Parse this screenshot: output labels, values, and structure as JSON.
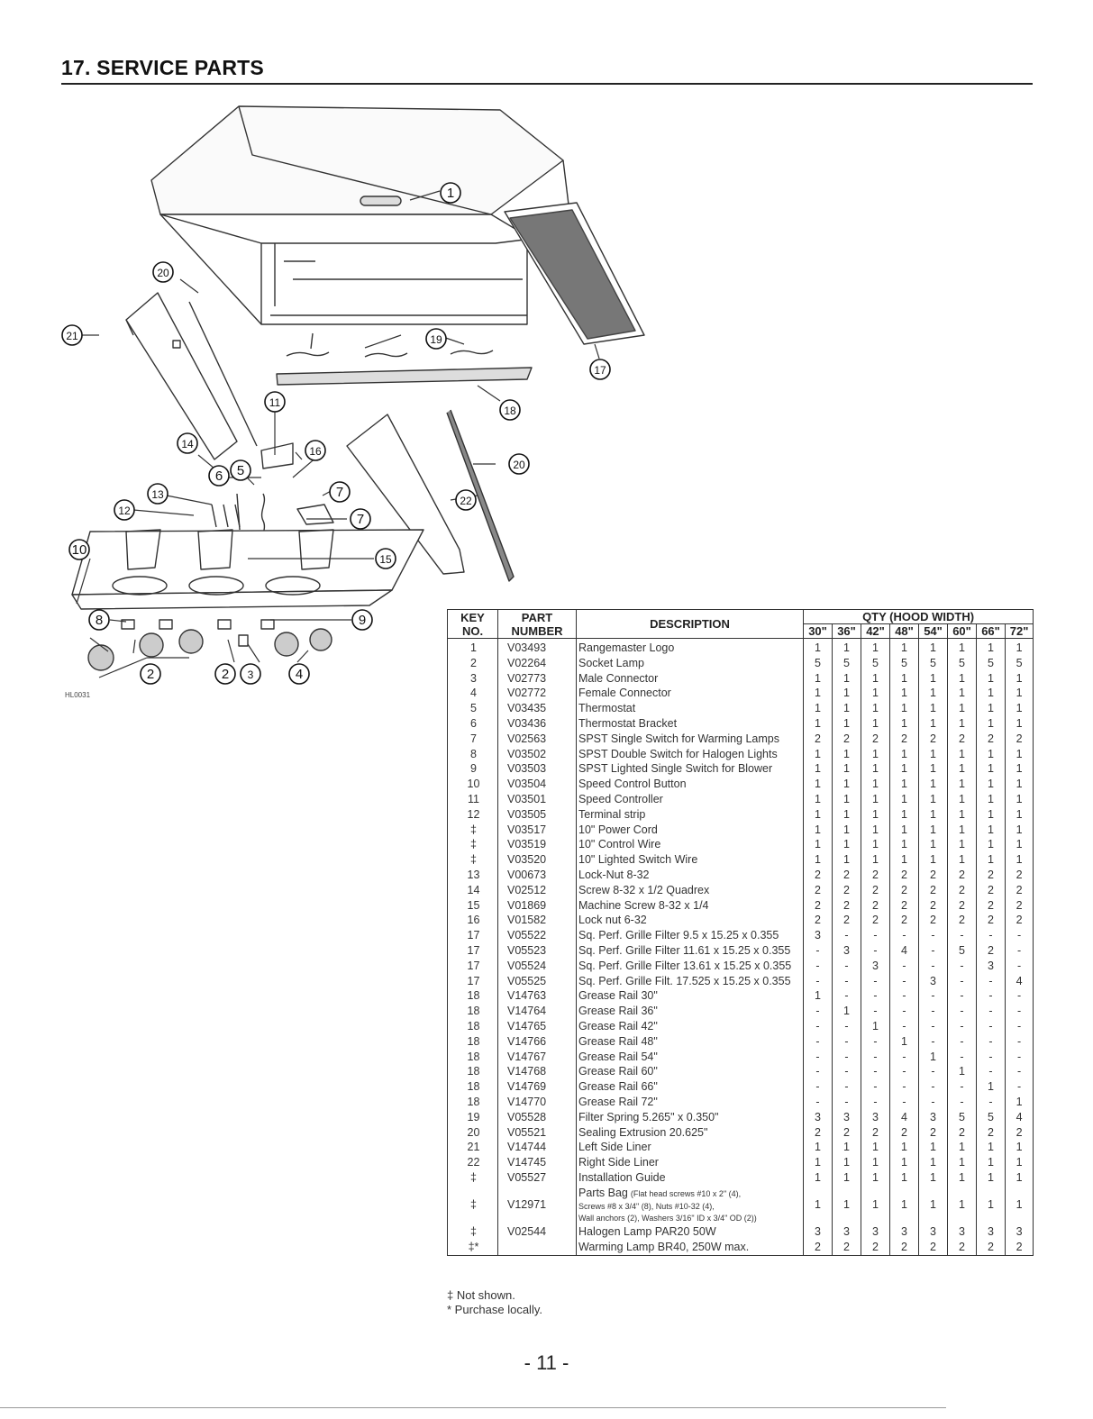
{
  "header": {
    "title": "17. SERVICE PARTS"
  },
  "diagram": {
    "model_code": "HL0031",
    "callouts": [
      "1",
      "2",
      "2",
      "3",
      "4",
      "5",
      "6",
      "7",
      "7",
      "8",
      "9",
      "10",
      "11",
      "12",
      "13",
      "14",
      "15",
      "16",
      "17",
      "18",
      "19",
      "20",
      "20",
      "21",
      "22"
    ]
  },
  "table": {
    "headers": {
      "key_line1": "KEY",
      "key_line2": "NO.",
      "part_line1": "PART",
      "part_line2": "NUMBER",
      "description": "DESCRIPTION",
      "qty_group": "QTY (HOOD WIDTH)"
    },
    "widths": [
      "30\"",
      "36\"",
      "42\"",
      "48\"",
      "54\"",
      "60\"",
      "66\"",
      "72\""
    ],
    "rows": [
      {
        "key": "1",
        "part": "V03493",
        "desc": "Rangemaster Logo",
        "qty": [
          "1",
          "1",
          "1",
          "1",
          "1",
          "1",
          "1",
          "1"
        ]
      },
      {
        "key": "2",
        "part": "V02264",
        "desc": "Socket Lamp",
        "qty": [
          "5",
          "5",
          "5",
          "5",
          "5",
          "5",
          "5",
          "5"
        ]
      },
      {
        "key": "3",
        "part": "V02773",
        "desc": "Male Connector",
        "qty": [
          "1",
          "1",
          "1",
          "1",
          "1",
          "1",
          "1",
          "1"
        ]
      },
      {
        "key": "4",
        "part": "V02772",
        "desc": "Female Connector",
        "qty": [
          "1",
          "1",
          "1",
          "1",
          "1",
          "1",
          "1",
          "1"
        ]
      },
      {
        "key": "5",
        "part": "V03435",
        "desc": "Thermostat",
        "qty": [
          "1",
          "1",
          "1",
          "1",
          "1",
          "1",
          "1",
          "1"
        ]
      },
      {
        "key": "6",
        "part": "V03436",
        "desc": "Thermostat Bracket",
        "qty": [
          "1",
          "1",
          "1",
          "1",
          "1",
          "1",
          "1",
          "1"
        ]
      },
      {
        "key": "7",
        "part": "V02563",
        "desc": "SPST Single Switch for Warming Lamps",
        "qty": [
          "2",
          "2",
          "2",
          "2",
          "2",
          "2",
          "2",
          "2"
        ]
      },
      {
        "key": "8",
        "part": "V03502",
        "desc": "SPST Double Switch for Halogen Lights",
        "qty": [
          "1",
          "1",
          "1",
          "1",
          "1",
          "1",
          "1",
          "1"
        ]
      },
      {
        "key": "9",
        "part": "V03503",
        "desc": "SPST Lighted Single Switch for Blower",
        "qty": [
          "1",
          "1",
          "1",
          "1",
          "1",
          "1",
          "1",
          "1"
        ]
      },
      {
        "key": "10",
        "part": "V03504",
        "desc": "Speed Control Button",
        "qty": [
          "1",
          "1",
          "1",
          "1",
          "1",
          "1",
          "1",
          "1"
        ]
      },
      {
        "key": "11",
        "part": "V03501",
        "desc": "Speed Controller",
        "qty": [
          "1",
          "1",
          "1",
          "1",
          "1",
          "1",
          "1",
          "1"
        ]
      },
      {
        "key": "12",
        "part": "V03505",
        "desc": "Terminal strip",
        "qty": [
          "1",
          "1",
          "1",
          "1",
          "1",
          "1",
          "1",
          "1"
        ]
      },
      {
        "key": "‡",
        "part": "V03517",
        "desc": "10\" Power Cord",
        "qty": [
          "1",
          "1",
          "1",
          "1",
          "1",
          "1",
          "1",
          "1"
        ]
      },
      {
        "key": "‡",
        "part": "V03519",
        "desc": "10\" Control Wire",
        "qty": [
          "1",
          "1",
          "1",
          "1",
          "1",
          "1",
          "1",
          "1"
        ]
      },
      {
        "key": "‡",
        "part": "V03520",
        "desc": "10\" Lighted Switch Wire",
        "qty": [
          "1",
          "1",
          "1",
          "1",
          "1",
          "1",
          "1",
          "1"
        ]
      },
      {
        "key": "13",
        "part": "V00673",
        "desc": "Lock-Nut 8-32",
        "qty": [
          "2",
          "2",
          "2",
          "2",
          "2",
          "2",
          "2",
          "2"
        ]
      },
      {
        "key": "14",
        "part": "V02512",
        "desc": "Screw 8-32 x 1/2 Quadrex",
        "qty": [
          "2",
          "2",
          "2",
          "2",
          "2",
          "2",
          "2",
          "2"
        ]
      },
      {
        "key": "15",
        "part": "V01869",
        "desc": "Machine Screw 8-32 x 1/4",
        "qty": [
          "2",
          "2",
          "2",
          "2",
          "2",
          "2",
          "2",
          "2"
        ]
      },
      {
        "key": "16",
        "part": "V01582",
        "desc": "Lock nut 6-32",
        "qty": [
          "2",
          "2",
          "2",
          "2",
          "2",
          "2",
          "2",
          "2"
        ]
      },
      {
        "key": "17",
        "part": "V05522",
        "desc": "Sq. Perf. Grille Filter 9.5 x 15.25 x 0.355",
        "qty": [
          "3",
          "-",
          "-",
          "-",
          "-",
          "-",
          "-",
          "-"
        ]
      },
      {
        "key": "17",
        "part": "V05523",
        "desc": "Sq. Perf. Grille Filter 11.61 x 15.25 x 0.355",
        "qty": [
          "-",
          "3",
          "-",
          "4",
          "-",
          "5",
          "2",
          "-"
        ]
      },
      {
        "key": "17",
        "part": "V05524",
        "desc": "Sq. Perf. Grille Filter 13.61 x 15.25 x 0.355",
        "qty": [
          "-",
          "-",
          "3",
          "-",
          "-",
          "-",
          "3",
          "-"
        ]
      },
      {
        "key": "17",
        "part": "V05525",
        "desc": "Sq. Perf. Grille Filt. 17.525 x 15.25 x 0.355",
        "qty": [
          "-",
          "-",
          "-",
          "-",
          "3",
          "-",
          "-",
          "4"
        ]
      },
      {
        "key": "18",
        "part": "V14763",
        "desc": "Grease Rail 30\"",
        "qty": [
          "1",
          "-",
          "-",
          "-",
          "-",
          "-",
          "-",
          "-"
        ]
      },
      {
        "key": "18",
        "part": "V14764",
        "desc": "Grease Rail 36\"",
        "qty": [
          "-",
          "1",
          "-",
          "-",
          "-",
          "-",
          "-",
          "-"
        ]
      },
      {
        "key": "18",
        "part": "V14765",
        "desc": "Grease Rail 42\"",
        "qty": [
          "-",
          "-",
          "1",
          "-",
          "-",
          "-",
          "-",
          "-"
        ]
      },
      {
        "key": "18",
        "part": "V14766",
        "desc": "Grease Rail 48\"",
        "qty": [
          "-",
          "-",
          "-",
          "1",
          "-",
          "-",
          "-",
          "-"
        ]
      },
      {
        "key": "18",
        "part": "V14767",
        "desc": "Grease Rail 54\"",
        "qty": [
          "-",
          "-",
          "-",
          "-",
          "1",
          "-",
          "-",
          "-"
        ]
      },
      {
        "key": "18",
        "part": "V14768",
        "desc": "Grease Rail 60\"",
        "qty": [
          "-",
          "-",
          "-",
          "-",
          "-",
          "1",
          "-",
          "-"
        ]
      },
      {
        "key": "18",
        "part": "V14769",
        "desc": "Grease Rail 66\"",
        "qty": [
          "-",
          "-",
          "-",
          "-",
          "-",
          "-",
          "1",
          "-"
        ]
      },
      {
        "key": "18",
        "part": "V14770",
        "desc": "Grease Rail 72\"",
        "qty": [
          "-",
          "-",
          "-",
          "-",
          "-",
          "-",
          "-",
          "1"
        ]
      },
      {
        "key": "19",
        "part": "V05528",
        "desc": "Filter Spring 5.265\" x 0.350\"",
        "qty": [
          "3",
          "3",
          "3",
          "4",
          "3",
          "5",
          "5",
          "4"
        ]
      },
      {
        "key": "20",
        "part": "V05521",
        "desc": "Sealing Extrusion 20.625\"",
        "qty": [
          "2",
          "2",
          "2",
          "2",
          "2",
          "2",
          "2",
          "2"
        ]
      },
      {
        "key": "21",
        "part": "V14744",
        "desc": "Left Side Liner",
        "qty": [
          "1",
          "1",
          "1",
          "1",
          "1",
          "1",
          "1",
          "1"
        ]
      },
      {
        "key": "22",
        "part": "V14745",
        "desc": "Right Side Liner",
        "qty": [
          "1",
          "1",
          "1",
          "1",
          "1",
          "1",
          "1",
          "1"
        ]
      },
      {
        "key": "‡",
        "part": "V05527",
        "desc": "Installation Guide",
        "qty": [
          "1",
          "1",
          "1",
          "1",
          "1",
          "1",
          "1",
          "1"
        ]
      }
    ],
    "parts_bag": {
      "key": "‡",
      "part": "V12971",
      "desc": "Parts Bag",
      "note1": "(Flat head screws #10 x 2\" (4),",
      "note2": "Screws #8 x 3/4\" (8), Nuts #10-32 (4),",
      "note3": "Wall anchors (2), Washers 3/16\" ID x 3/4\" OD (2))",
      "qty": [
        "1",
        "1",
        "1",
        "1",
        "1",
        "1",
        "1",
        "1"
      ]
    },
    "tail_rows": [
      {
        "key": "‡",
        "part": "V02544",
        "desc": "Halogen Lamp PAR20 50W",
        "qty": [
          "3",
          "3",
          "3",
          "3",
          "3",
          "3",
          "3",
          "3"
        ]
      },
      {
        "key": "‡*",
        "part": "",
        "desc": "Warming Lamp BR40, 250W max.",
        "qty": [
          "2",
          "2",
          "2",
          "2",
          "2",
          "2",
          "2",
          "2"
        ]
      }
    ]
  },
  "notes": {
    "not_shown": "‡ Not shown.",
    "purchase": "* Purchase locally."
  },
  "footer": {
    "page": "- 11 -"
  }
}
